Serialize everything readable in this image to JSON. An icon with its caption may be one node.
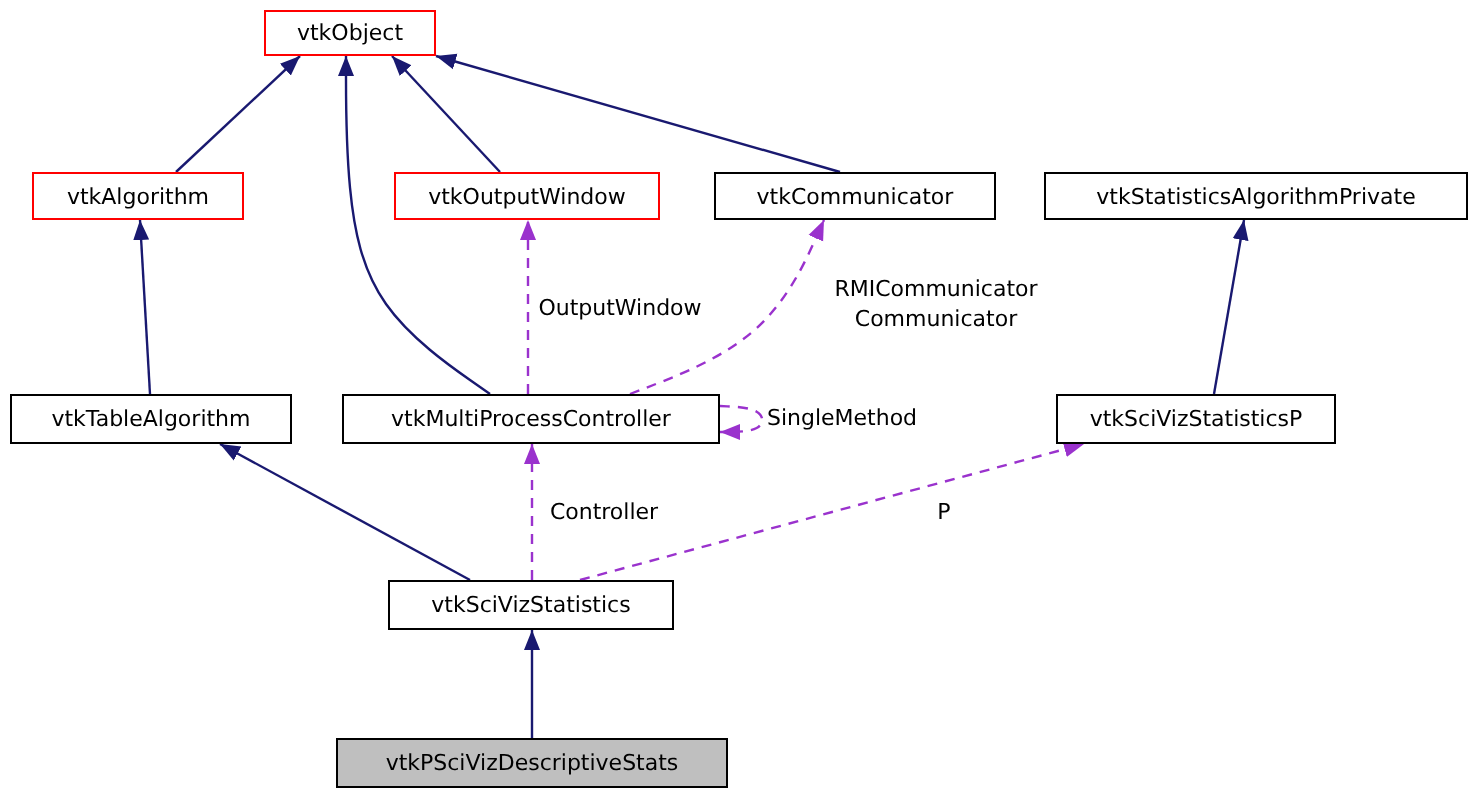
{
  "diagram": {
    "nodes": [
      {
        "text": [
          "vtkObject"
        ]
      },
      {
        "text": [
          "vtkAlgorithm"
        ]
      },
      {
        "text": [
          "vtkOutputWindow"
        ]
      },
      {
        "text": [
          "vtkCommunicator"
        ]
      },
      {
        "text": [
          "vtkStatisticsAlgorithmPrivate"
        ]
      },
      {
        "text": [
          "vtkTableAlgorithm"
        ]
      },
      {
        "text": [
          "vtkMultiProcessController"
        ]
      },
      {
        "text": [
          "vtkSciVizStatisticsP"
        ]
      },
      {
        "text": [
          "vtkSciVizStatistics"
        ]
      },
      {
        "text": [
          "vtkPSciVizDescriptiveStats"
        ]
      }
    ],
    "edges": [
      {
        "from": 1,
        "to": 0,
        "arrow": "to"
      },
      {
        "from": 2,
        "to": 0,
        "arrow": "to"
      },
      {
        "from": 6,
        "to": 0,
        "arrow": "to"
      },
      {
        "from": 3,
        "to": 0,
        "arrow": "to"
      },
      {
        "from": 5,
        "to": 1,
        "arrow": "to"
      },
      {
        "from": 8,
        "to": 5,
        "arrow": "to"
      },
      {
        "from": 9,
        "to": 8,
        "arrow": "to"
      },
      {
        "from": 7,
        "to": 4,
        "arrow": "to"
      },
      {
        "from": 6,
        "to": 2,
        "arrow": "to",
        "label": "OutputWindow",
        "style": "dashed",
        "color": "#9a32cd"
      },
      {
        "from": 6,
        "to": 3,
        "arrow": "to",
        "label": "RMICommunicator Communicator",
        "style": "dashed",
        "color": "#9a32cd"
      },
      {
        "from": 6,
        "to": 6,
        "arrow": "to",
        "label": "SingleMethod",
        "style": "dashed",
        "color": "#9a32cd"
      },
      {
        "from": 8,
        "to": 6,
        "arrow": "to",
        "label": "Controller",
        "style": "dashed",
        "color": "#9a32cd"
      },
      {
        "from": 8,
        "to": 7,
        "arrow": "to",
        "label": "P",
        "style": "dashed",
        "color": "#9a32cd"
      }
    ]
  }
}
